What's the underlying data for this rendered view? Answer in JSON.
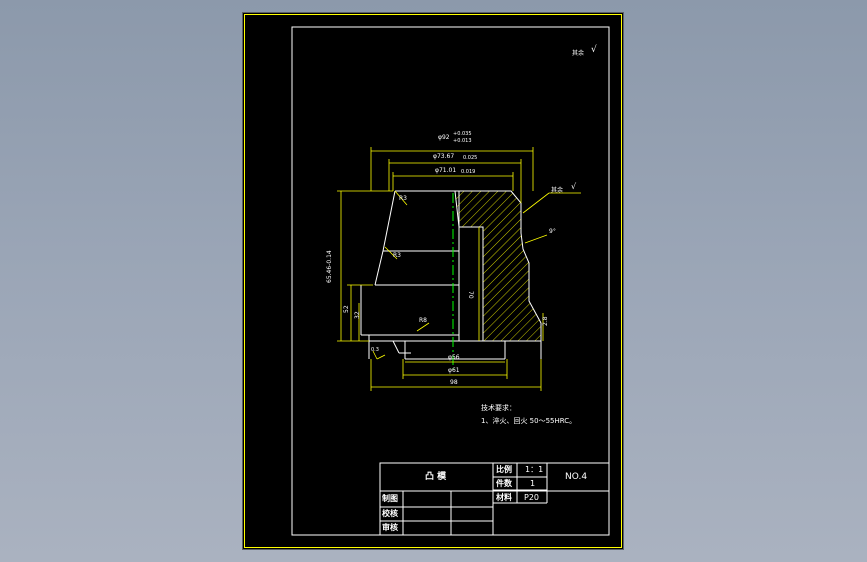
{
  "drawing": {
    "roughness_note": "√",
    "roughness_label": "其余",
    "corner_roughness": "√",
    "dimensions": {
      "top_diameter": "φ92",
      "top_tol_upper": "+0.035",
      "top_tol_lower": "+0.013",
      "second_diameter": "φ73.67",
      "second_tol": "0.025",
      "third_diameter": "φ71.01",
      "third_tol": "0.019",
      "chamfer_top": "R3",
      "chamfer_mid": "R3",
      "left_height_tol": "0",
      "left_height": "65.46-0.14",
      "height_52": "52",
      "height_32": "32",
      "height_70": "70",
      "radius_small": "R8",
      "angle": "9°",
      "right_small": "2.8",
      "bottom_left": "0.3",
      "d56": "φ56",
      "d61": "φ61",
      "d98": "98"
    },
    "notes_title": "技术要求：",
    "notes_line1": "1、淬火、回火 50～55HRC。"
  },
  "title_block": {
    "part_name": "凸 模",
    "ratio_label": "比例",
    "ratio_value": "1：1",
    "qty_label": "件数",
    "qty_value": "1",
    "material_label": "材料",
    "material_value": "P20",
    "drawing_no": "NO.4",
    "drawn_label": "制图",
    "checked_label": "校核",
    "approved_label": "审核"
  }
}
